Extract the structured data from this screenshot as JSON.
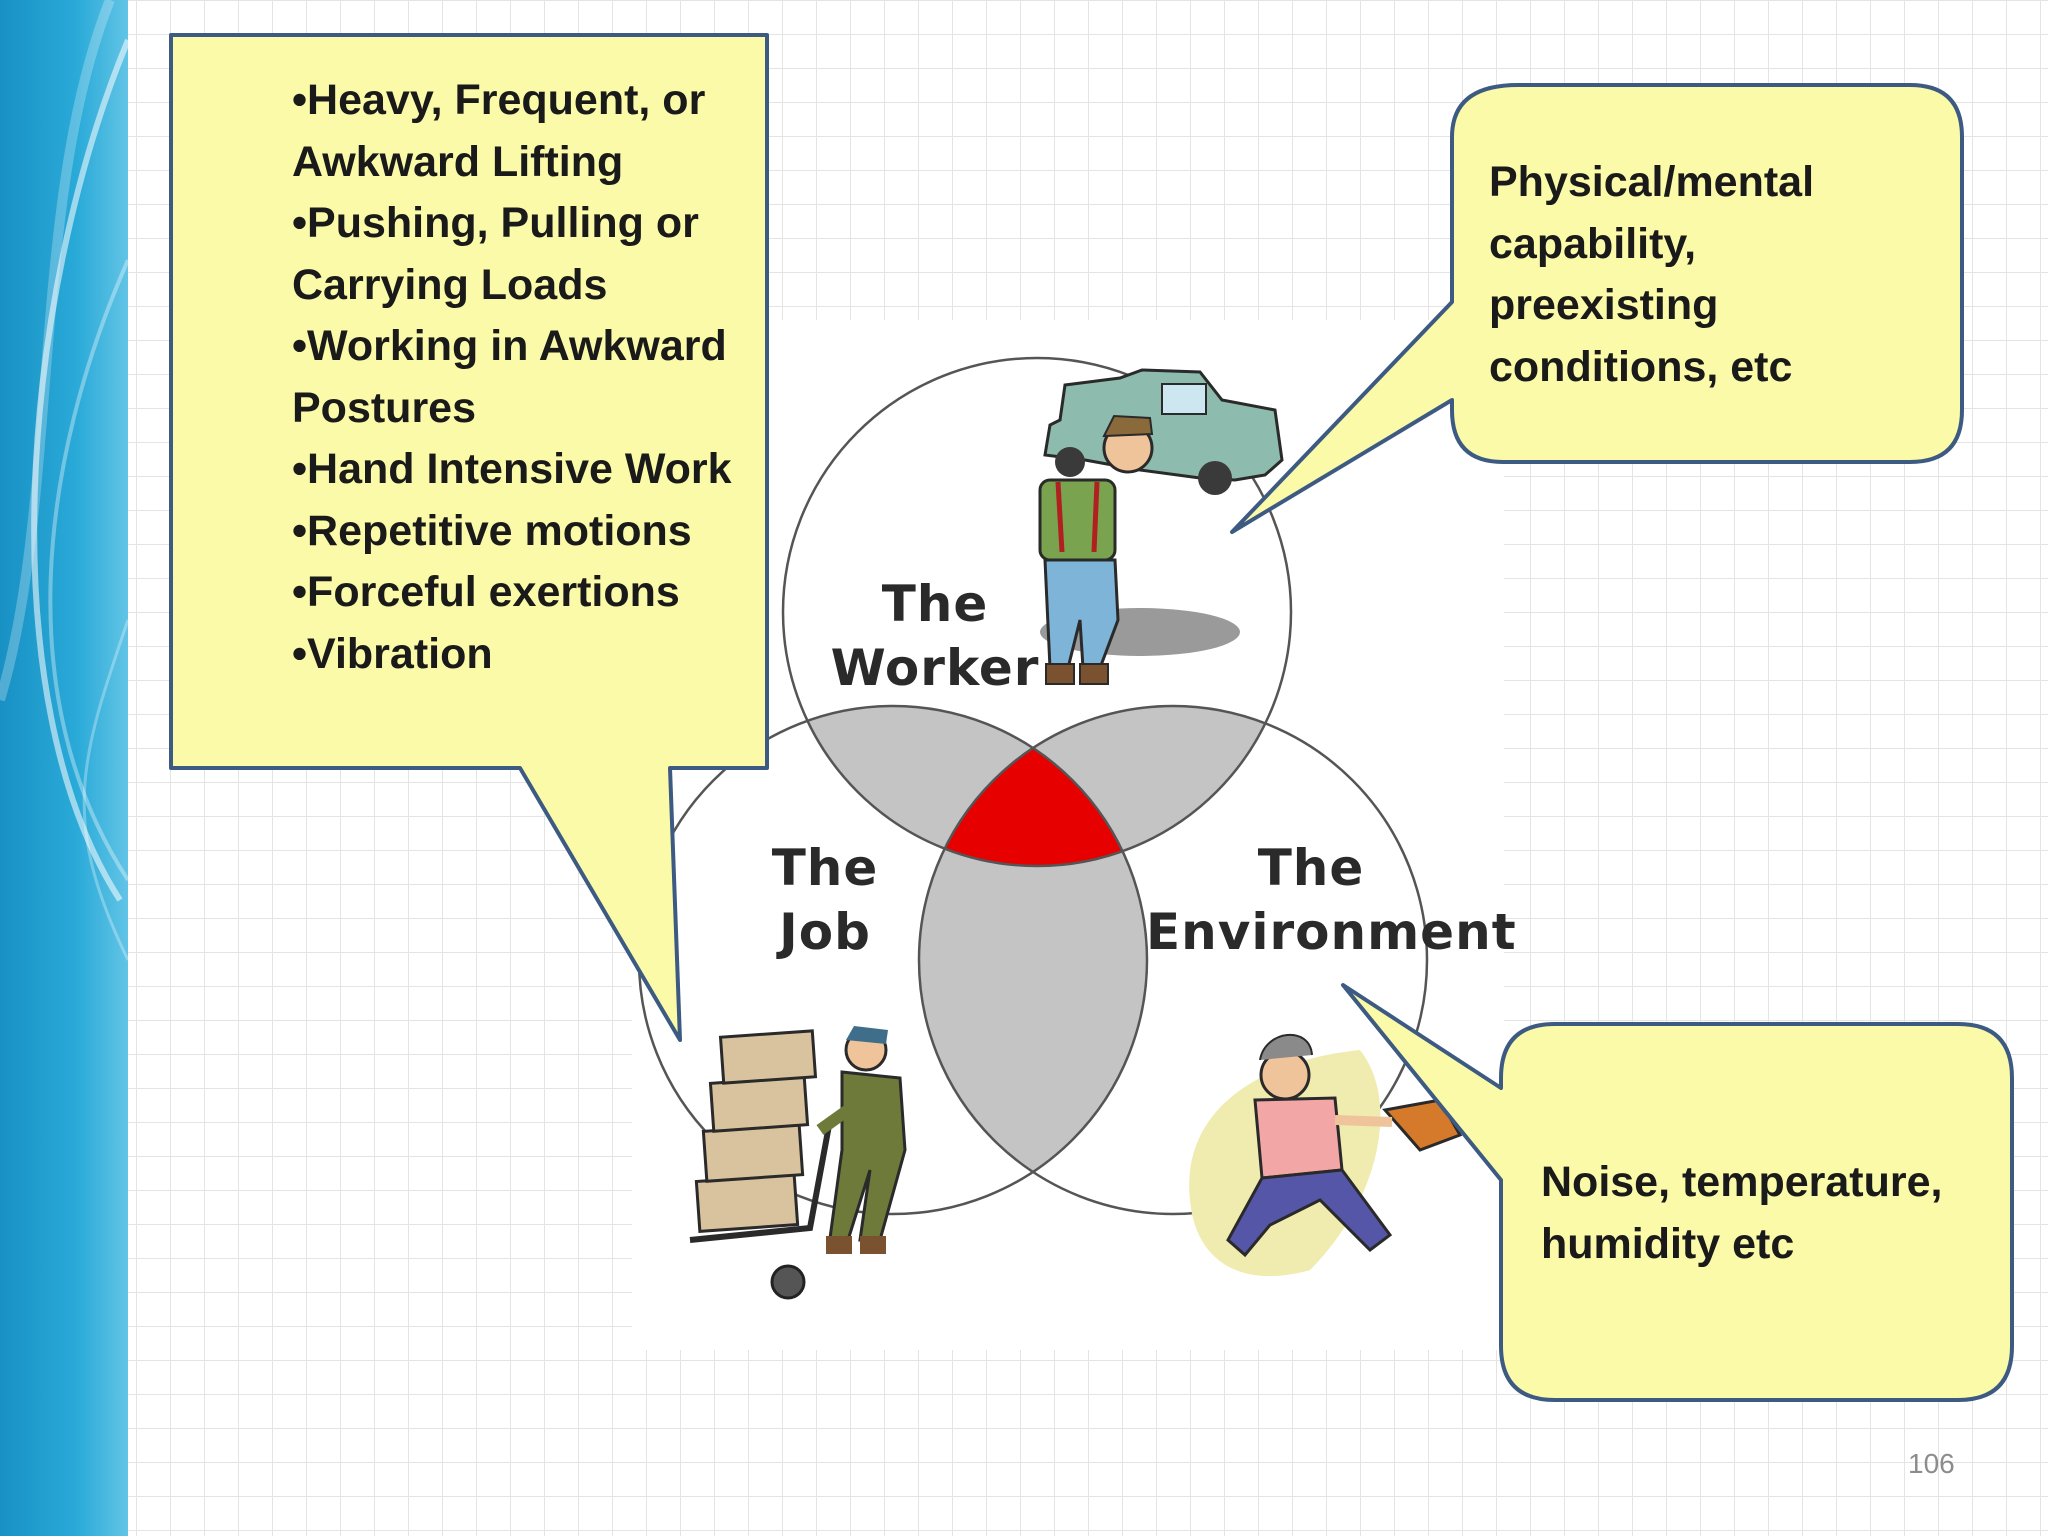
{
  "venn": {
    "worker_label": [
      "The",
      "Worker"
    ],
    "job_label": [
      "The",
      "Job"
    ],
    "environment_label": [
      "The",
      "Environment"
    ]
  },
  "callouts": {
    "job_factors": [
      "•Heavy, Frequent, or Awkward Lifting",
      "•Pushing, Pulling or Carrying Loads",
      "•Working in Awkward Postures",
      "•Hand Intensive Work",
      "•Repetitive motions",
      "•Forceful exertions",
      "•Vibration"
    ],
    "worker_factors": "Physical/mental capability, preexisting conditions, etc",
    "environment_factors": "Noise, temperature, humidity etc"
  },
  "colors": {
    "callout_fill": "#fafaa8",
    "callout_border": "#3c5a82",
    "overlap_gray": "#c4c4c4",
    "center_red": "#e60000",
    "band_blue": "#1aa0cf"
  },
  "slide_number": "106"
}
